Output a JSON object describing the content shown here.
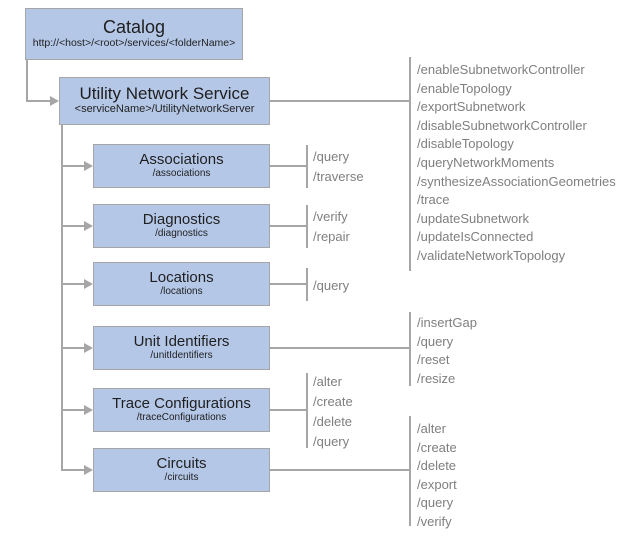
{
  "colors": {
    "box_fill": "#b4c7e7",
    "box_border": "#a6a6a6",
    "line": "#a6a6a6",
    "operation_text": "#7f7f7f",
    "title_text": "#1f1f1f"
  },
  "catalog": {
    "title": "Catalog",
    "url": "http://<host>/<root>/services/<folderName>"
  },
  "service": {
    "title": "Utility Network Service",
    "path": "<serviceName>/UtilityNetworkServer",
    "operations": [
      "/enableSubnetworkController",
      "/enableTopology",
      "/exportSubnetwork",
      "/disableSubnetworkController",
      "/disableTopology",
      "/queryNetworkMoments",
      "/synthesizeAssociationGeometries",
      "/trace",
      "/updateSubnetwork",
      "/updateIsConnected",
      "/validateNetworkTopology"
    ]
  },
  "resources": [
    {
      "title": "Associations",
      "path": "/associations",
      "operations": [
        "/query",
        "/traverse"
      ]
    },
    {
      "title": "Diagnostics",
      "path": "/diagnostics",
      "operations": [
        "/verify",
        "/repair"
      ]
    },
    {
      "title": "Locations",
      "path": "/locations",
      "operations": [
        "/query"
      ]
    },
    {
      "title": "Unit Identifiers",
      "path": "/unitIdentifiers",
      "operations": [
        "/insertGap",
        "/query",
        "/reset",
        "/resize"
      ]
    },
    {
      "title": "Trace Configurations",
      "path": "/traceConfigurations",
      "operations": [
        "/alter",
        "/create",
        "/delete",
        "/query"
      ]
    },
    {
      "title": "Circuits",
      "path": "/circuits",
      "operations": [
        "/alter",
        "/create",
        "/delete",
        "/export",
        "/query",
        "/verify"
      ]
    }
  ]
}
